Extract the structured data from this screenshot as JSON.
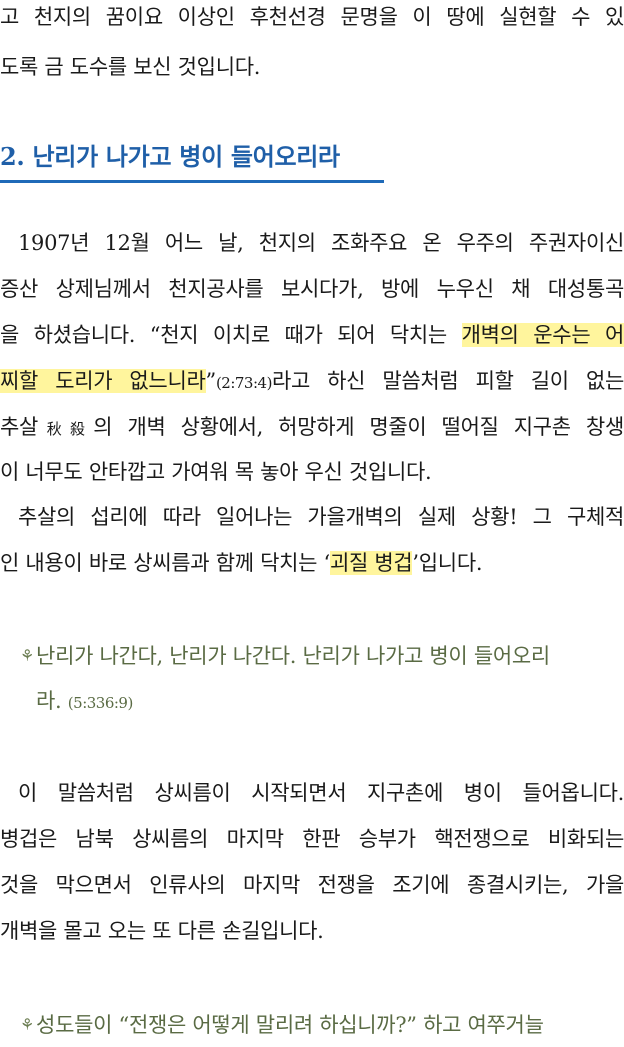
{
  "intro": {
    "lines": [
      "고 천지의 꿈이요 이상인 후천선경 문명을 이 땅에 실현할 수 있",
      "도록 금 도수를 보신 것입니다."
    ]
  },
  "section": {
    "heading": "2. 난리가 나가고 병이 들어오리라",
    "heading_color": "#1f5fa8"
  },
  "para1": {
    "line1": "1907년 12월 어느 날, 천지의 조화주요 온 우주의 주권자이신",
    "line2": "증산 상제님께서 천지공사를 보시다가, 방에 누우신 채 대성통곡",
    "line3_pre": "을 하셨습니다. “천지 이치로 때가 되어 닥치는 ",
    "line3_hl": "개벽의 운수는 어",
    "line4_hl": "찌할 도리가 없느니라",
    "line4_quote_close": "”",
    "line4_ref": "(2:73:4)",
    "line4_post": "라고 하신 말씀처럼 피할 길이 없는",
    "line5_pre": "추살",
    "line5_hanja": "秋殺",
    "line5_post": "의 개벽 상황에서, 허망하게 명줄이 떨어질 지구촌 창생",
    "line6": "이 너무도 안타깝고 가여워 목 놓아 우신 것입니다."
  },
  "para2": {
    "line1": "추살의 섭리에 따라 일어나는 가을개벽의 실제 상황! 그 구체적",
    "line2_pre": "인 내용이 바로 상씨름과 함께 닥치는 ‘",
    "line2_hl": "괴질 병겁",
    "line2_post": "’입니다."
  },
  "quote1": {
    "mark": "⚘",
    "line1": "난리가 나간다, 난리가 나간다. 난리가 나가고 병이 들어오리",
    "line2": "라.",
    "ref": "(5:336:9)",
    "color": "#5a6b44"
  },
  "para3": {
    "line1": "이 말씀처럼 상씨름이 시작되면서 지구촌에 병이 들어옵니다.",
    "line2": "병겁은 남북 상씨름의 마지막 한판 승부가 핵전쟁으로 비화되는",
    "line3": "것을 막으면서 인류사의 마지막 전쟁을 조기에 종결시키는, 가을",
    "line4": "개벽을 몰고 오는 또 다른 손길입니다."
  },
  "quote2": {
    "mark": "⚘",
    "line1": "성도들이 “전쟁은 어떻게 말리려 하십니까?” 하고 여쭈거늘"
  },
  "highlight_color": "#fff59d"
}
